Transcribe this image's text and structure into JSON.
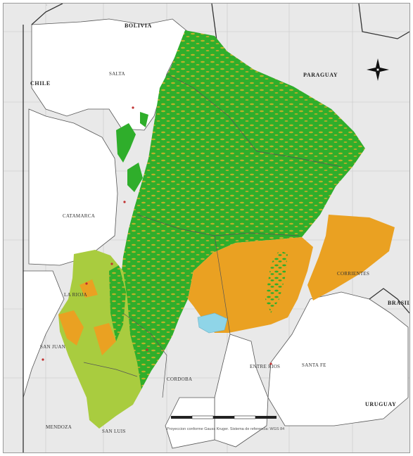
{
  "map": {
    "country_labels": {
      "bolivia": "BOLIVIA",
      "chile": "CHILE",
      "paraguay": "PARAGUAY",
      "brazil": "BRASIL",
      "uruguay": "URUGUAY"
    },
    "province_labels": {
      "salta": "SALTA",
      "catamarca": "CATAMARCA",
      "la_rioja": "LA RIOJA",
      "san_juan": "SAN JUAN",
      "mendoza": "MENDOZA",
      "san_luis": "SAN LUIS",
      "cordoba": "CORDOBA",
      "santa_fe": "SANTA FE",
      "corrientes": "CORRIENTES",
      "entre_rios": "ENTRE RIOS"
    },
    "scale_caption": "Proyeccion conforme Gauss Kruger. Sistema de referencia: WGS 84"
  },
  "colors": {
    "background": "#e9e9e9",
    "province_fill": "#ffffff",
    "forest": "#2fae2b",
    "open": "#eaa122",
    "dry": "#a9cc3f",
    "water": "#8fd5e8",
    "border": "#555555"
  },
  "icons": {
    "north_arrow": "compass-rose-icon"
  }
}
